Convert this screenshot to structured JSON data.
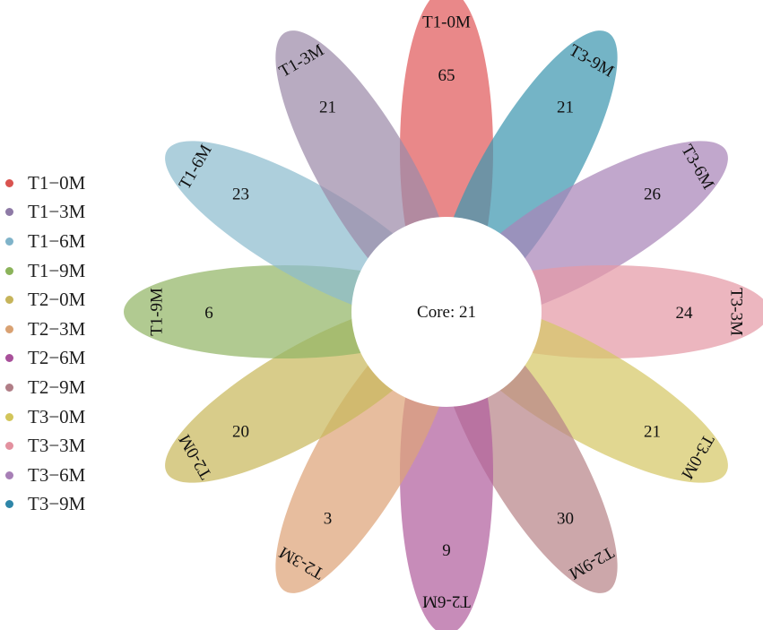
{
  "chart_data": {
    "type": "flower",
    "core_label": "Core: 21",
    "petals": [
      {
        "name": "T1-0M",
        "value": 65,
        "color": "#e05a5c"
      },
      {
        "name": "T3-9M",
        "value": 21,
        "color": "#3f97b0"
      },
      {
        "name": "T3-6M",
        "value": 26,
        "color": "#a985b9"
      },
      {
        "name": "T3-3M",
        "value": 24,
        "color": "#e59aa6"
      },
      {
        "name": "T3-0M",
        "value": 21,
        "color": "#d5c867"
      },
      {
        "name": "T2-9M",
        "value": 30,
        "color": "#b88589"
      },
      {
        "name": "T2-6M",
        "value": 9,
        "color": "#b15f9e"
      },
      {
        "name": "T2-3M",
        "value": 3,
        "color": "#dea478"
      },
      {
        "name": "T2-0M",
        "value": 20,
        "color": "#c9b85d"
      },
      {
        "name": "T1-9M",
        "value": 6,
        "color": "#93b566"
      },
      {
        "name": "T1-6M",
        "value": 23,
        "color": "#8ebcce"
      },
      {
        "name": "T1-3M",
        "value": 21,
        "color": "#9c8aa9"
      }
    ],
    "legend": [
      {
        "label": "T1−0M",
        "color": "#d9534f"
      },
      {
        "label": "T1−3M",
        "color": "#8e7aa6"
      },
      {
        "label": "T1−6M",
        "color": "#7fb3c9"
      },
      {
        "label": "T1−9M",
        "color": "#8bb35a"
      },
      {
        "label": "T2−0M",
        "color": "#c6b45a"
      },
      {
        "label": "T2−3M",
        "color": "#d9a172"
      },
      {
        "label": "T2−6M",
        "color": "#a8509a"
      },
      {
        "label": "T2−9M",
        "color": "#b07d86"
      },
      {
        "label": "T3−0M",
        "color": "#d2c55a"
      },
      {
        "label": "T3−3M",
        "color": "#e3919f"
      },
      {
        "label": "T3−6M",
        "color": "#a77fb6"
      },
      {
        "label": "T3−9M",
        "color": "#2e86a8"
      }
    ]
  }
}
